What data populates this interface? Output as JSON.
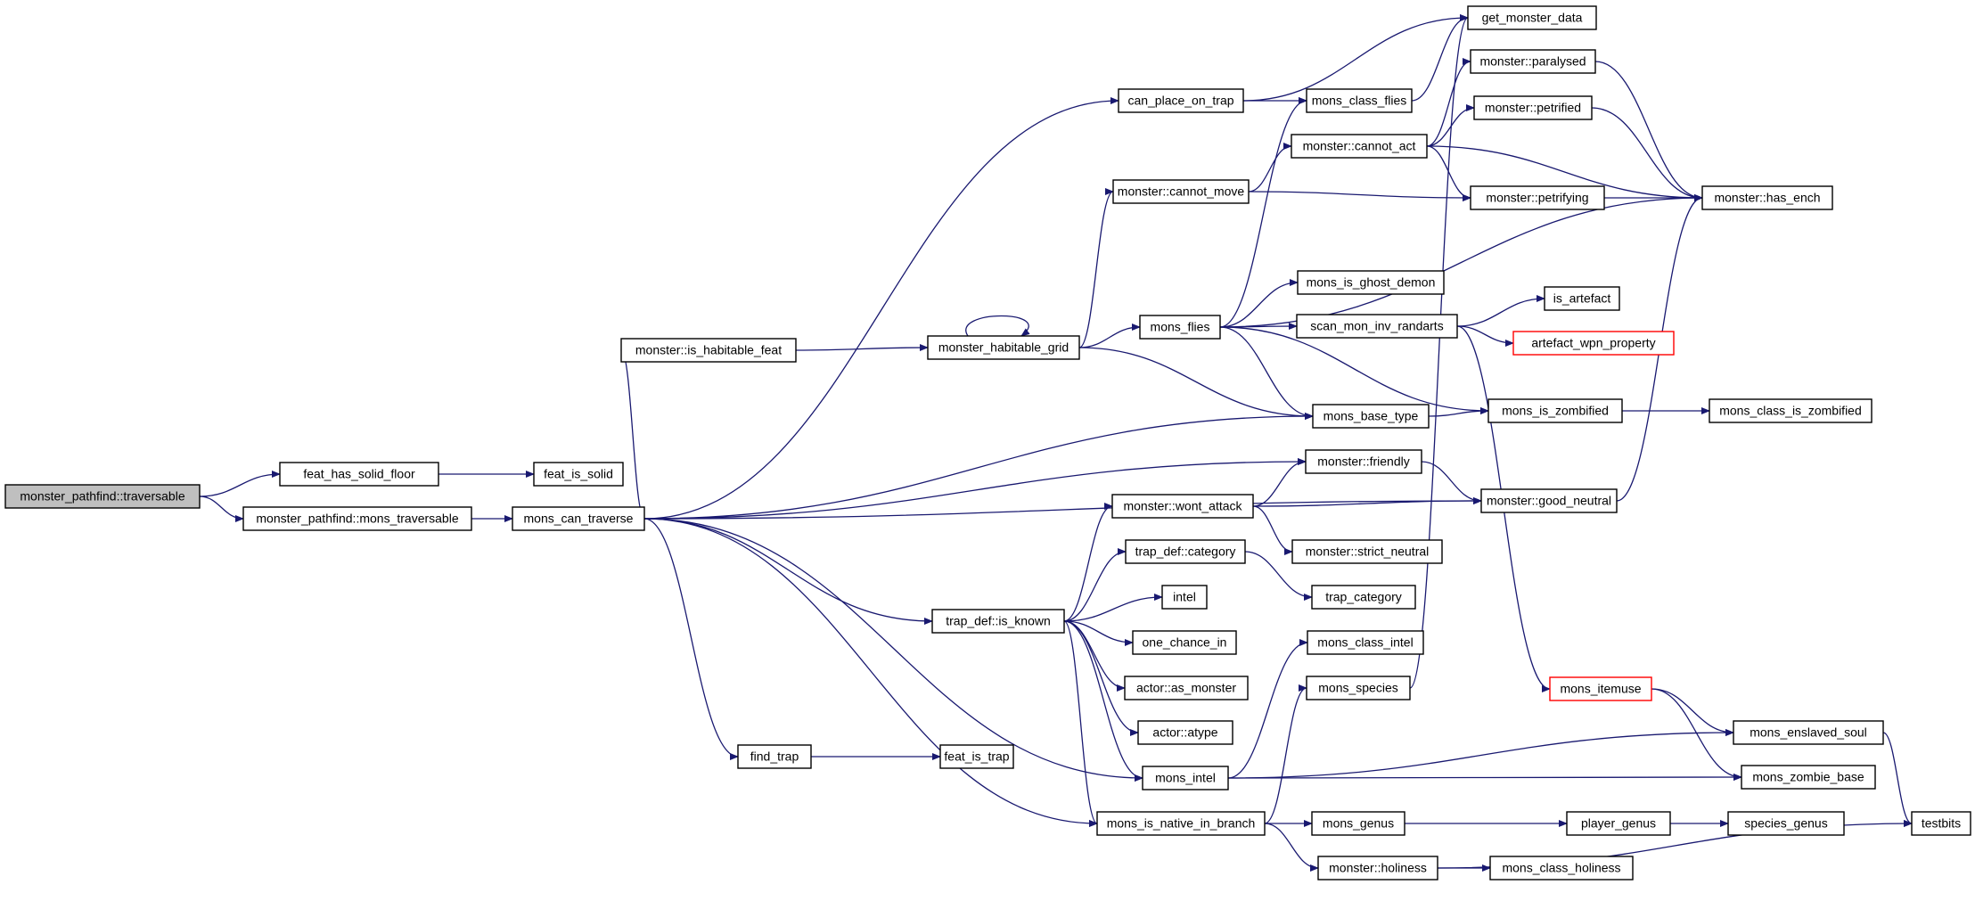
{
  "graph": {
    "colors": {
      "edge": "#191970",
      "root_fill": "#bfbfbf",
      "node_border": "#000000",
      "unresolved_border": "#ff0000"
    },
    "nodes": [
      {
        "id": "n01",
        "label": "monster_pathfind::traversable",
        "style": "root"
      },
      {
        "id": "n02",
        "label": "feat_has_solid_floor"
      },
      {
        "id": "n03",
        "label": "feat_is_solid"
      },
      {
        "id": "n04",
        "label": "monster_pathfind::mons_traversable"
      },
      {
        "id": "n05",
        "label": "mons_can_traverse"
      },
      {
        "id": "n06",
        "label": "can_place_on_trap"
      },
      {
        "id": "n07",
        "label": "monster::is_habitable_feat"
      },
      {
        "id": "n08",
        "label": "monster_habitable_grid"
      },
      {
        "id": "n09",
        "label": "monster::cannot_move"
      },
      {
        "id": "n10",
        "label": "mons_flies"
      },
      {
        "id": "n11",
        "label": "get_monster_data"
      },
      {
        "id": "n12",
        "label": "mons_class_flies"
      },
      {
        "id": "n13",
        "label": "monster::cannot_act"
      },
      {
        "id": "n14",
        "label": "monster::paralysed"
      },
      {
        "id": "n15",
        "label": "monster::petrified"
      },
      {
        "id": "n16",
        "label": "monster::petrifying"
      },
      {
        "id": "n17",
        "label": "monster::has_ench"
      },
      {
        "id": "n18",
        "label": "mons_is_ghost_demon"
      },
      {
        "id": "n19",
        "label": "scan_mon_inv_randarts"
      },
      {
        "id": "n20",
        "label": "is_artefact"
      },
      {
        "id": "n21",
        "label": "artefact_wpn_property",
        "style": "red"
      },
      {
        "id": "n22",
        "label": "mons_base_type"
      },
      {
        "id": "n23",
        "label": "mons_is_zombified"
      },
      {
        "id": "n24",
        "label": "mons_class_is_zombified"
      },
      {
        "id": "n25",
        "label": "monster::friendly"
      },
      {
        "id": "n26",
        "label": "monster::wont_attack"
      },
      {
        "id": "n27",
        "label": "monster::good_neutral"
      },
      {
        "id": "n28",
        "label": "monster::strict_neutral"
      },
      {
        "id": "n29",
        "label": "trap_def::category"
      },
      {
        "id": "n30",
        "label": "trap_category"
      },
      {
        "id": "n31",
        "label": "trap_def::is_known"
      },
      {
        "id": "n32",
        "label": "intel"
      },
      {
        "id": "n33",
        "label": "one_chance_in"
      },
      {
        "id": "n34",
        "label": "actor::as_monster"
      },
      {
        "id": "n35",
        "label": "actor::atype"
      },
      {
        "id": "n36",
        "label": "mons_class_intel"
      },
      {
        "id": "n37",
        "label": "mons_species"
      },
      {
        "id": "n38",
        "label": "mons_itemuse",
        "style": "red"
      },
      {
        "id": "n39",
        "label": "mons_enslaved_soul"
      },
      {
        "id": "n40",
        "label": "mons_intel"
      },
      {
        "id": "n41",
        "label": "mons_zombie_base"
      },
      {
        "id": "n42",
        "label": "find_trap"
      },
      {
        "id": "n43",
        "label": "feat_is_trap"
      },
      {
        "id": "n44",
        "label": "mons_is_native_in_branch"
      },
      {
        "id": "n45",
        "label": "mons_genus"
      },
      {
        "id": "n46",
        "label": "player_genus"
      },
      {
        "id": "n47",
        "label": "species_genus"
      },
      {
        "id": "n48",
        "label": "testbits"
      },
      {
        "id": "n49",
        "label": "monster::holiness"
      },
      {
        "id": "n50",
        "label": "mons_class_holiness"
      }
    ],
    "edges": [
      [
        "n01",
        "n02"
      ],
      [
        "n01",
        "n04"
      ],
      [
        "n02",
        "n03"
      ],
      [
        "n04",
        "n05"
      ],
      [
        "n05",
        "n06"
      ],
      [
        "n05",
        "n07"
      ],
      [
        "n05",
        "n22"
      ],
      [
        "n05",
        "n25"
      ],
      [
        "n05",
        "n27"
      ],
      [
        "n05",
        "n31"
      ],
      [
        "n05",
        "n42"
      ],
      [
        "n05",
        "n40"
      ],
      [
        "n05",
        "n44"
      ],
      [
        "n06",
        "n11"
      ],
      [
        "n06",
        "n12"
      ],
      [
        "n07",
        "n08"
      ],
      [
        "n08",
        "n08"
      ],
      [
        "n08",
        "n09"
      ],
      [
        "n08",
        "n10"
      ],
      [
        "n08",
        "n22"
      ],
      [
        "n09",
        "n13"
      ],
      [
        "n09",
        "n16"
      ],
      [
        "n10",
        "n12"
      ],
      [
        "n10",
        "n17"
      ],
      [
        "n10",
        "n18"
      ],
      [
        "n10",
        "n19"
      ],
      [
        "n10",
        "n22"
      ],
      [
        "n10",
        "n23"
      ],
      [
        "n12",
        "n11"
      ],
      [
        "n13",
        "n14"
      ],
      [
        "n13",
        "n15"
      ],
      [
        "n13",
        "n16"
      ],
      [
        "n13",
        "n17"
      ],
      [
        "n14",
        "n17"
      ],
      [
        "n15",
        "n17"
      ],
      [
        "n16",
        "n17"
      ],
      [
        "n19",
        "n20"
      ],
      [
        "n19",
        "n21"
      ],
      [
        "n19",
        "n38"
      ],
      [
        "n22",
        "n23"
      ],
      [
        "n23",
        "n24"
      ],
      [
        "n25",
        "n27"
      ],
      [
        "n27",
        "n17"
      ],
      [
        "n26",
        "n25"
      ],
      [
        "n26",
        "n27"
      ],
      [
        "n26",
        "n28"
      ],
      [
        "n29",
        "n30"
      ],
      [
        "n31",
        "n26"
      ],
      [
        "n31",
        "n29"
      ],
      [
        "n31",
        "n32"
      ],
      [
        "n31",
        "n33"
      ],
      [
        "n31",
        "n34"
      ],
      [
        "n31",
        "n35"
      ],
      [
        "n31",
        "n40"
      ],
      [
        "n31",
        "n44"
      ],
      [
        "n40",
        "n36"
      ],
      [
        "n40",
        "n39"
      ],
      [
        "n40",
        "n41"
      ],
      [
        "n37",
        "n11"
      ],
      [
        "n38",
        "n39"
      ],
      [
        "n38",
        "n41"
      ],
      [
        "n39",
        "n48"
      ],
      [
        "n42",
        "n43"
      ],
      [
        "n44",
        "n37"
      ],
      [
        "n44",
        "n45"
      ],
      [
        "n44",
        "n49"
      ],
      [
        "n45",
        "n46"
      ],
      [
        "n46",
        "n47"
      ],
      [
        "n49",
        "n50"
      ],
      [
        "n49",
        "n48"
      ]
    ]
  }
}
